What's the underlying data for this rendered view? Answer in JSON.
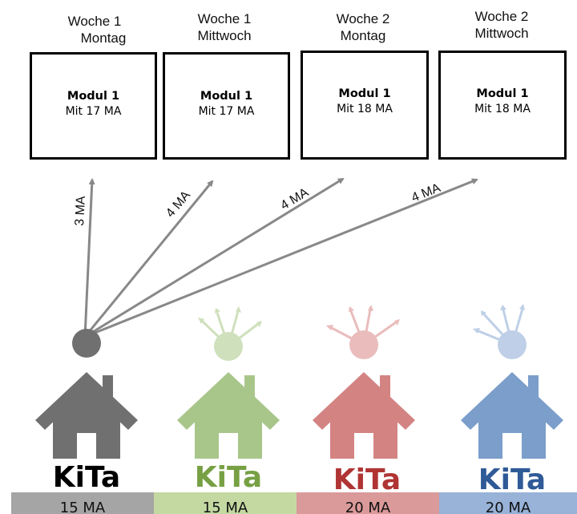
{
  "colors": {
    "gray": "#707070",
    "green": "#a9c68a",
    "red": "#d48383",
    "blue": "#7b9ecb",
    "kita_gray": "#000000",
    "kita_green": "#77a044",
    "kita_red": "#b03434",
    "kita_blue": "#2f5a97",
    "bar_gray": "#a5a5a5",
    "bar_green": "#c4d8a2",
    "bar_red": "#db9a9a",
    "bar_blue": "#98b2d8",
    "arrow": "#888888"
  },
  "slots": [
    {
      "line1": "Woche 1",
      "line2": "Montag",
      "module": "Modul 1",
      "staff": "Mit 17 MA"
    },
    {
      "line1": "Woche 1",
      "line2": "Mittwoch",
      "module": "Modul 1",
      "staff": "Mit 17 MA"
    },
    {
      "line1": "Woche 2",
      "line2": "Montag",
      "module": "Modul 1",
      "staff": "Mit 18 MA"
    },
    {
      "line1": "Woche 2",
      "line2": "Mittwoch",
      "module": "Modul 1",
      "staff": "Mit 18 MA"
    }
  ],
  "arrows": [
    {
      "label": "3 MA"
    },
    {
      "label": "4 MA"
    },
    {
      "label": "4 MA"
    },
    {
      "label": "4 MA"
    }
  ],
  "kitas": [
    {
      "label": "KiTa",
      "staff": "15 MA",
      "icon": "house-icon"
    },
    {
      "label": "KiTa",
      "staff": "15 MA",
      "icon": "house-icon"
    },
    {
      "label": "KiTa",
      "staff": "20 MA",
      "icon": "house-icon"
    },
    {
      "label": "KiTa",
      "staff": "20 MA",
      "icon": "house-icon"
    }
  ]
}
